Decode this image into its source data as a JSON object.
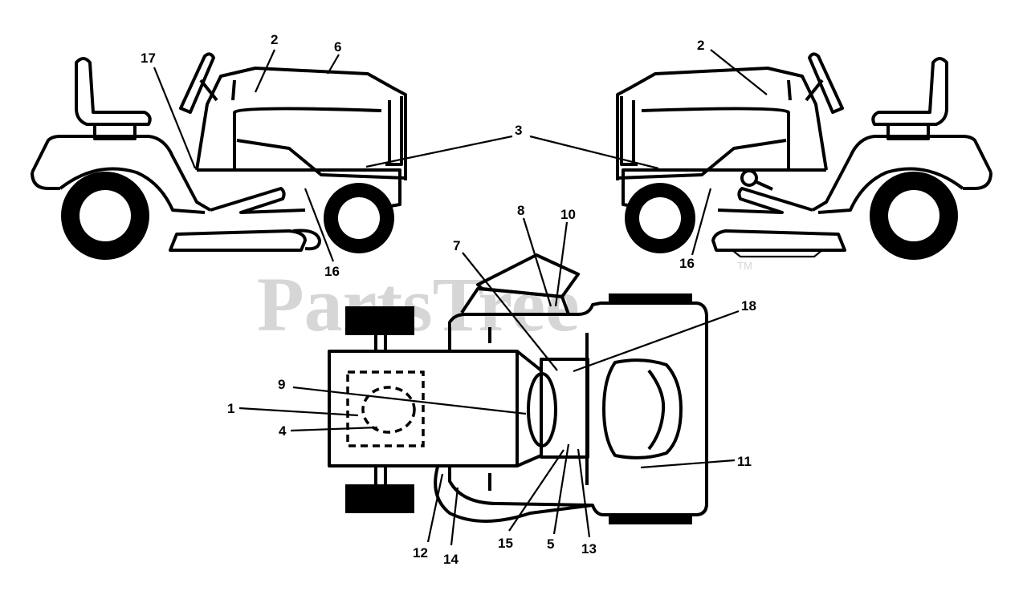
{
  "watermark": {
    "text": "PartsTree",
    "trademark": "TM"
  },
  "callouts": {
    "c1": "1",
    "c2a": "2",
    "c2b": "2",
    "c3": "3",
    "c4": "4",
    "c5": "5",
    "c6": "6",
    "c7": "7",
    "c8": "8",
    "c9": "9",
    "c10": "10",
    "c11": "11",
    "c12": "12",
    "c13": "13",
    "c14": "14",
    "c15": "15",
    "c16a": "16",
    "c16b": "16",
    "c17": "17",
    "c18": "18"
  }
}
